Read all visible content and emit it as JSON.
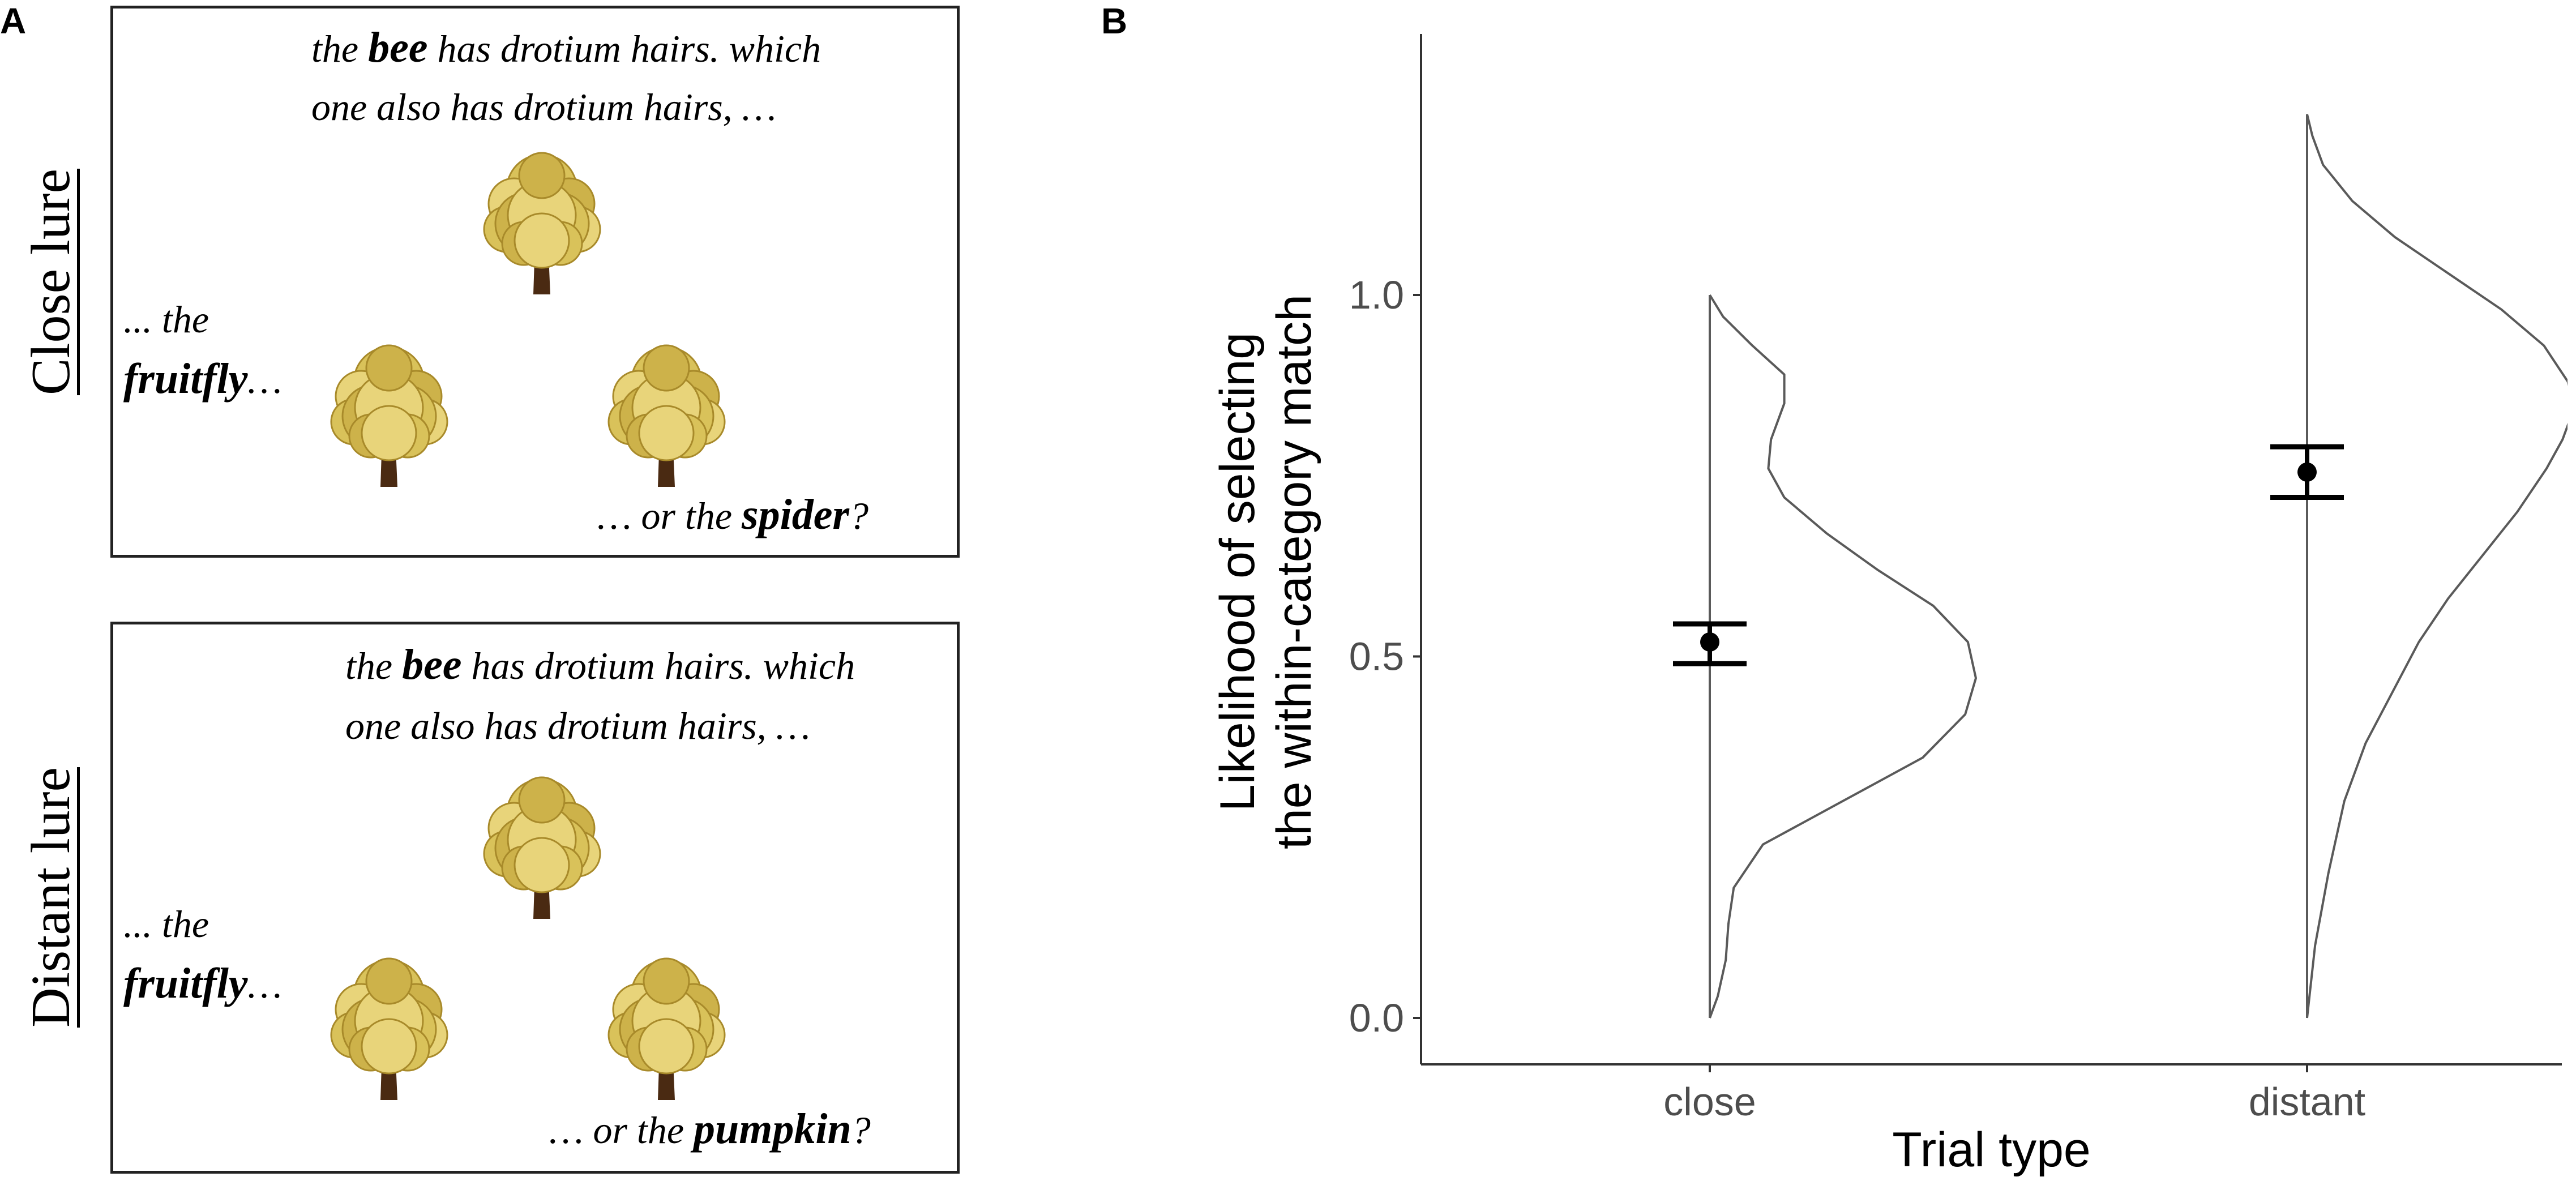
{
  "panel_a": {
    "letter": "A",
    "close": {
      "side_label": "Close lure",
      "line1_pre": "the ",
      "line1_bold": "bee",
      "line1_post": " has drotium hairs. which",
      "line2": "one also has drotium hairs, …",
      "left_line1": "... the",
      "left_bold": "fruitfly",
      "left_post": "…",
      "bottom_pre": "… or the ",
      "bottom_bold": "spider",
      "bottom_post": "?"
    },
    "distant": {
      "side_label": "Distant lure",
      "line1_pre": "the ",
      "line1_bold": "bee",
      "line1_post": " has drotium hairs. which",
      "line2": "one also has drotium hairs, …",
      "left_line1": "... the",
      "left_bold": "fruitfly",
      "left_post": "…",
      "bottom_pre": "… or the ",
      "bottom_bold": "pumpkin",
      "bottom_post": "?"
    },
    "icon": "tree-icon"
  },
  "panel_b": {
    "letter": "B"
  },
  "chart_data": {
    "type": "violin",
    "categories": [
      "close",
      "distant"
    ],
    "xlabel": "Trial type",
    "ylabel_lines": [
      "Likelihood of selecting",
      "the within-category match"
    ],
    "ylim": [
      -0.06,
      1.36
    ],
    "yticks": [
      0.0,
      0.5,
      1.0
    ],
    "ytick_labels": [
      "0.0",
      "0.5",
      "1.0"
    ],
    "grid": false,
    "series": [
      {
        "category": "close",
        "mean": 0.52,
        "se_low": 0.49,
        "se_high": 0.545,
        "density_range": [
          0.0,
          1.0
        ],
        "density": [
          [
            0.0,
            0.0
          ],
          [
            0.03,
            0.03
          ],
          [
            0.08,
            0.06
          ],
          [
            0.13,
            0.07
          ],
          [
            0.18,
            0.09
          ],
          [
            0.24,
            0.2
          ],
          [
            0.3,
            0.5
          ],
          [
            0.36,
            0.8
          ],
          [
            0.42,
            0.96
          ],
          [
            0.47,
            1.0
          ],
          [
            0.52,
            0.97
          ],
          [
            0.57,
            0.84
          ],
          [
            0.62,
            0.63
          ],
          [
            0.67,
            0.44
          ],
          [
            0.72,
            0.28
          ],
          [
            0.76,
            0.22
          ],
          [
            0.8,
            0.23
          ],
          [
            0.85,
            0.28
          ],
          [
            0.89,
            0.28
          ],
          [
            0.93,
            0.16
          ],
          [
            0.97,
            0.05
          ],
          [
            1.0,
            0.0
          ]
        ]
      },
      {
        "category": "distant",
        "mean": 0.755,
        "se_low": 0.72,
        "se_high": 0.79,
        "density_range": [
          0.0,
          1.25
        ],
        "density": [
          [
            0.0,
            0.0
          ],
          [
            0.1,
            0.03
          ],
          [
            0.2,
            0.08
          ],
          [
            0.3,
            0.14
          ],
          [
            0.38,
            0.22
          ],
          [
            0.45,
            0.32
          ],
          [
            0.52,
            0.42
          ],
          [
            0.58,
            0.53
          ],
          [
            0.64,
            0.66
          ],
          [
            0.7,
            0.79
          ],
          [
            0.76,
            0.9
          ],
          [
            0.8,
            0.96
          ],
          [
            0.84,
            1.0
          ],
          [
            0.88,
            0.98
          ],
          [
            0.93,
            0.89
          ],
          [
            0.98,
            0.73
          ],
          [
            1.03,
            0.53
          ],
          [
            1.08,
            0.33
          ],
          [
            1.13,
            0.17
          ],
          [
            1.18,
            0.06
          ],
          [
            1.22,
            0.02
          ],
          [
            1.25,
            0.0
          ]
        ]
      }
    ],
    "colors": {
      "outline": "#5a5a5a",
      "axis": "#333333",
      "point": "#000000",
      "errorbar": "#000000"
    }
  }
}
